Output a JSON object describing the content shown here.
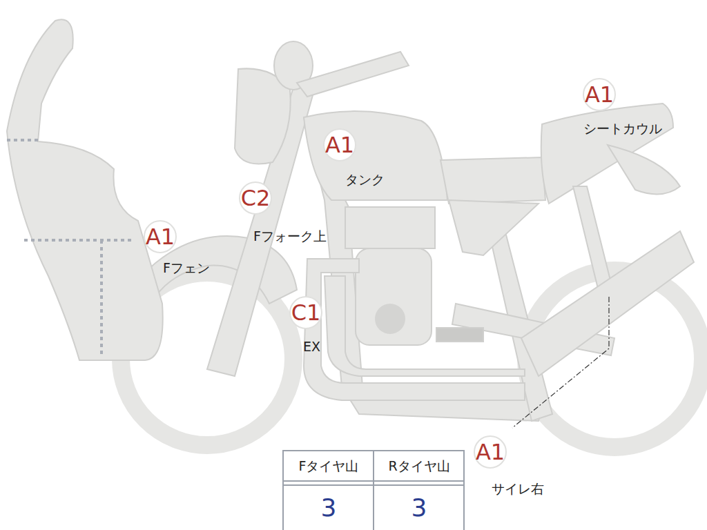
{
  "diagram": {
    "nodes": [
      {
        "text": [
          "A1",
          "シートカウル"
        ]
      },
      {
        "text": [
          "A1",
          "タンク"
        ]
      },
      {
        "text": [
          "C2",
          "Fフォーク上"
        ]
      },
      {
        "text": [
          "A1",
          "Fフェン"
        ]
      },
      {
        "text": [
          "C1",
          "EX"
        ]
      },
      {
        "text": [
          "A1",
          "サイレ右"
        ]
      }
    ],
    "labels": [
      "Fタイヤ山",
      "Rタイヤ山",
      "3",
      "3"
    ]
  }
}
